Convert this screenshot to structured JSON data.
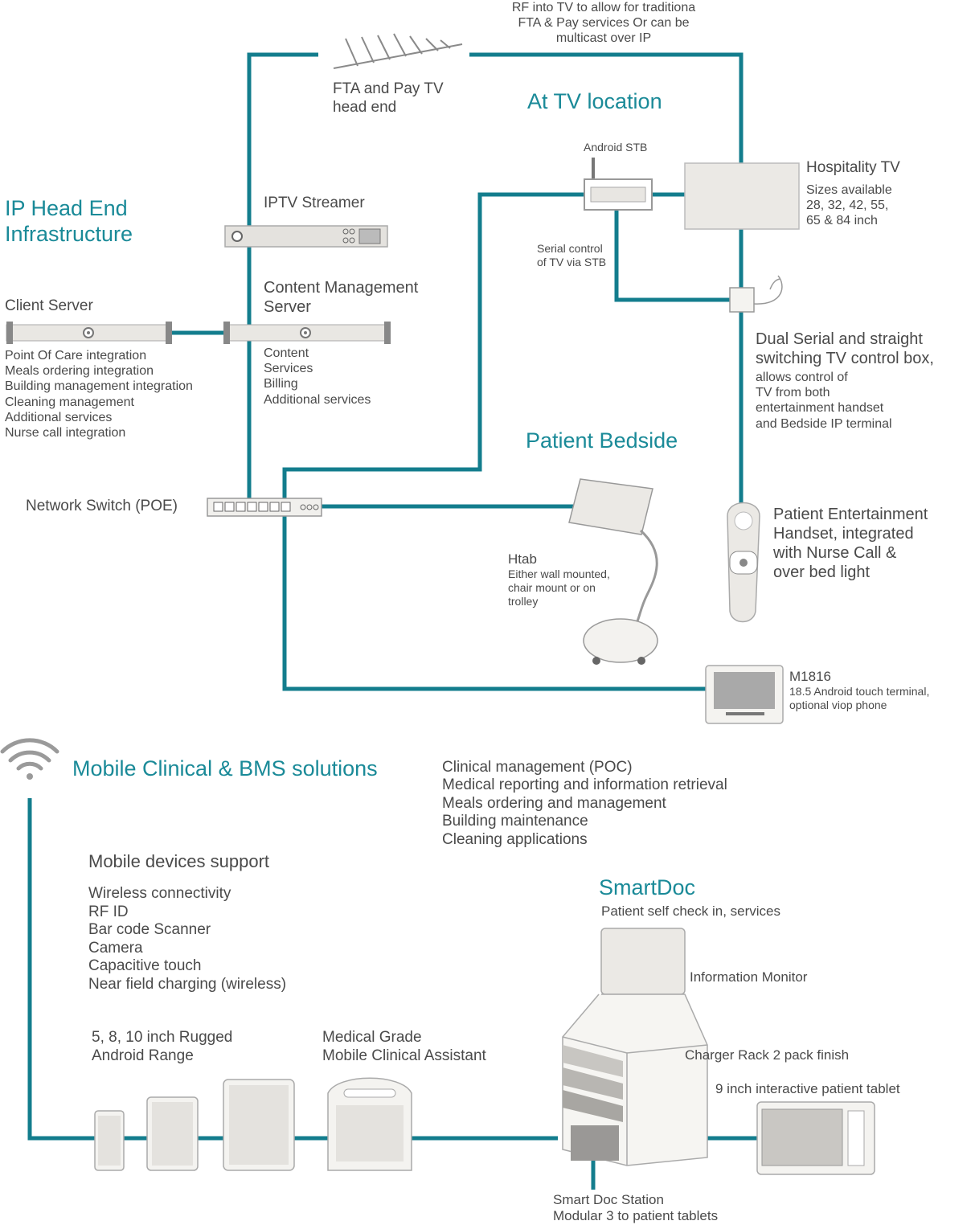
{
  "colors": {
    "line": "#137d8d",
    "heading": "#1a8a98",
    "text": "#4a4a4a",
    "device": "#d6d4d0"
  },
  "rf_note": [
    "RF into TV to allow for traditiona",
    "FTA & Pay services Or can be",
    "multicast over IP"
  ],
  "head_end": {
    "line1": "FTA and Pay TV",
    "line2": "head end"
  },
  "at_tv": "At TV location",
  "android_stb": "Android STB",
  "hospitality_tv": {
    "title": "Hospitality TV",
    "sizes": [
      "Sizes available",
      "28, 32, 42, 55,",
      "65 & 84 inch"
    ]
  },
  "ip_head_end": [
    "IP Head End",
    "Infrastructure"
  ],
  "iptv_streamer": "IPTV Streamer",
  "serial_control": [
    "Serial control",
    "of TV via STB"
  ],
  "cms": {
    "title": [
      "Content Management",
      "Server"
    ],
    "items": [
      "Content",
      "Services",
      "Billing",
      "Additional services"
    ]
  },
  "client_server": {
    "title": "Client Server",
    "items": [
      "Point Of Care integration",
      "Meals ordering integration",
      "Building management integration",
      "Cleaning management",
      "Additional services",
      "Nurse call integration"
    ]
  },
  "control_box": [
    "Dual Serial and straight",
    "switching TV control box,"
  ],
  "control_box_desc": [
    "allows control of",
    "TV from both",
    "entertainment handset",
    "and Bedside IP terminal"
  ],
  "patient_bedside": "Patient Bedside",
  "network_switch": "Network Switch (POE)",
  "handset": [
    "Patient Entertainment",
    "Handset, integrated",
    "with Nurse Call &",
    "over bed light"
  ],
  "htab": {
    "title": "Htab",
    "desc": [
      "Either wall mounted,",
      "chair mount or on",
      "trolley"
    ]
  },
  "m1816": {
    "title": "M1816",
    "desc": [
      "18.5 Android touch terminal,",
      "optional viop phone"
    ]
  },
  "mobile_heading": "Mobile Clinical & BMS solutions",
  "mobile_apps": [
    "Clinical management (POC)",
    "Medical reporting and information retrieval",
    "Meals ordering and management",
    "Building maintenance",
    "Cleaning applications"
  ],
  "mobile_support": {
    "title": "Mobile devices support",
    "items": [
      "Wireless connectivity",
      "RF ID",
      "Bar code Scanner",
      "Camera",
      "Capacitive touch",
      "Near field charging (wireless)"
    ]
  },
  "smartdoc": {
    "title": "SmartDoc",
    "subtitle": "Patient self check in, services"
  },
  "info_monitor": "Information Monitor",
  "charger_rack": "Charger Rack 2 pack finish",
  "patient_tablet": "9 inch interactive patient tablet",
  "rugged": [
    "5, 8, 10 inch Rugged",
    "Android Range"
  ],
  "medical_grade": [
    "Medical Grade",
    "Mobile Clinical Assistant"
  ],
  "smart_doc_station": [
    "Smart Doc Station",
    "Modular 3 to patient tablets"
  ]
}
